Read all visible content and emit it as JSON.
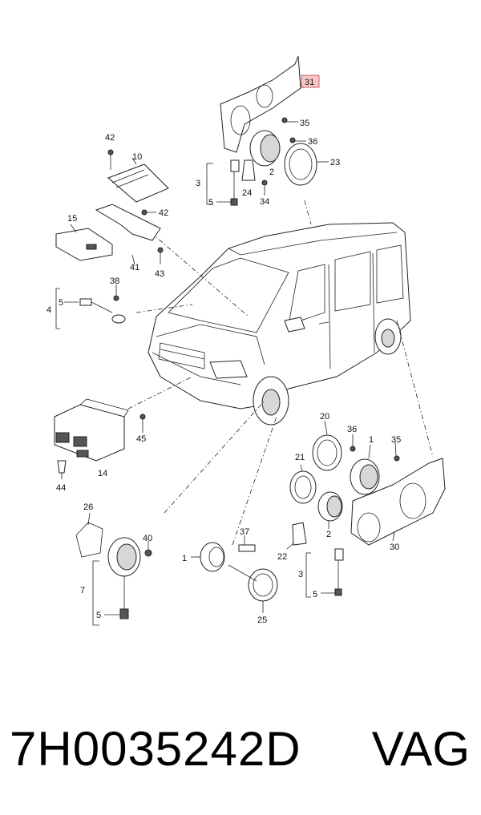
{
  "callouts": {
    "c31": "31",
    "c35a": "35",
    "c36a": "36",
    "c23": "23",
    "c2a": "2",
    "c3a": "3",
    "c24": "24",
    "c5a": "5",
    "c34": "34",
    "c42a": "42",
    "c10": "10",
    "c42b": "42",
    "c15": "15",
    "c41": "41",
    "c43": "43",
    "c38": "38",
    "c4": "4",
    "c5b": "5",
    "c45": "45",
    "c14": "14",
    "c44": "44",
    "c20": "20",
    "c36b": "36",
    "c1a": "1",
    "c35b": "35",
    "c21": "21",
    "c2b": "2",
    "c30": "30",
    "c22": "22",
    "c3b": "3",
    "c5c": "5",
    "c26": "26",
    "c40": "40",
    "c7": "7",
    "c5d": "5",
    "c37": "37",
    "c1b": "1",
    "c25": "25"
  },
  "footer": {
    "part_number": "7H0035242D",
    "brand": "VAG"
  },
  "colors": {
    "line": "#222222",
    "highlight_box": "#f4c7c7",
    "highlight_border": "#d06060"
  }
}
